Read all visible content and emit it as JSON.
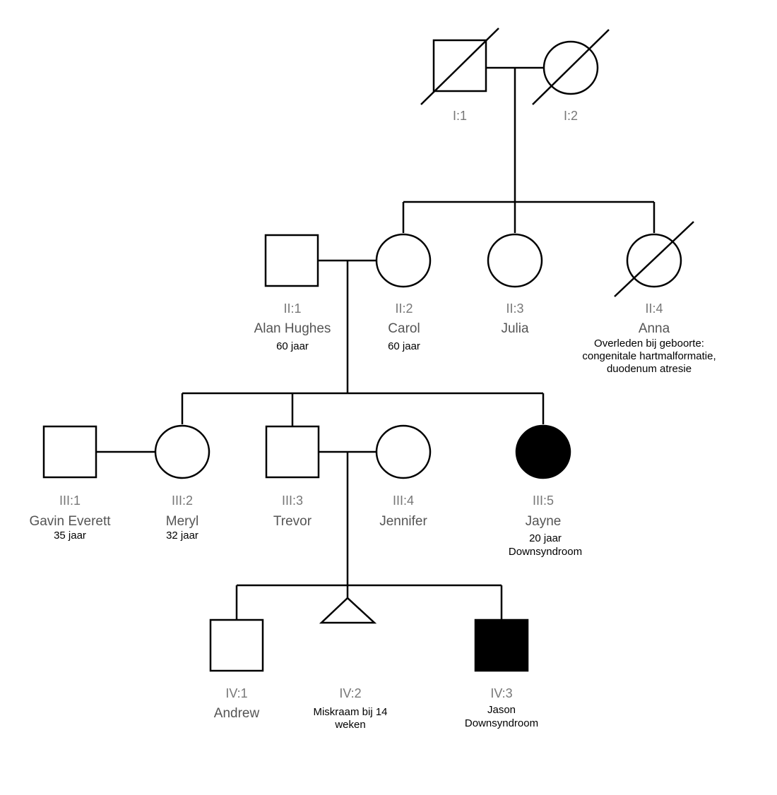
{
  "individuals": {
    "I_1": {
      "id": "I:1"
    },
    "I_2": {
      "id": "I:2"
    },
    "II_1": {
      "id": "II:1",
      "name": "Alan Hughes",
      "note1": "60 jaar"
    },
    "II_2": {
      "id": "II:2",
      "name": "Carol",
      "note1": "60 jaar"
    },
    "II_3": {
      "id": "II:3",
      "name": "Julia"
    },
    "II_4": {
      "id": "II:4",
      "name": "Anna",
      "note1": "Overleden bij geboorte:",
      "note2": "congenitale hartmalformatie,",
      "note3": "duodenum atresie"
    },
    "III_1": {
      "id": "III:1",
      "name": "Gavin Everett",
      "note1": "35 jaar"
    },
    "III_2": {
      "id": "III:2",
      "name": "Meryl",
      "note1": "32 jaar"
    },
    "III_3": {
      "id": "III:3",
      "name": "Trevor"
    },
    "III_4": {
      "id": "III:4",
      "name": "Jennifer"
    },
    "III_5": {
      "id": "III:5",
      "name": "Jayne",
      "note1": "20 jaar",
      "note2": "Downsyndroom",
      "affected": true
    },
    "IV_1": {
      "id": "IV:1",
      "name": "Andrew"
    },
    "IV_2": {
      "id": "IV:2",
      "note1": "Miskraam bij 14",
      "note2": "weken"
    },
    "IV_3": {
      "id": "IV:3",
      "note1": "Jason",
      "note2": "Downsyndroom",
      "affected": true
    }
  }
}
